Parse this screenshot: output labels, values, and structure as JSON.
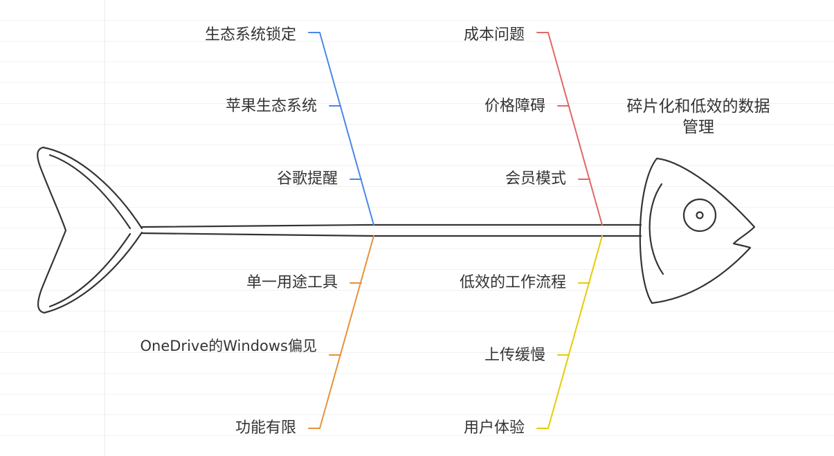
{
  "effect": "碎片化和低效的数据管理",
  "categories": [
    {
      "id": "top-left",
      "color": "#4a86e8",
      "causes": [
        "生态系统锁定",
        "苹果生态系统",
        "谷歌提醒"
      ]
    },
    {
      "id": "top-right",
      "color": "#e06666",
      "causes": [
        "成本问题",
        "价格障碍",
        "会员模式"
      ]
    },
    {
      "id": "bottom-left",
      "color": "#e69138",
      "causes": [
        "单一用途工具",
        "OneDrive的Windows偏见",
        "功能有限"
      ]
    },
    {
      "id": "bottom-right",
      "color": "#e6cc00",
      "causes": [
        "低效的工作流程",
        "上传缓慢",
        "用户体验"
      ]
    }
  ]
}
